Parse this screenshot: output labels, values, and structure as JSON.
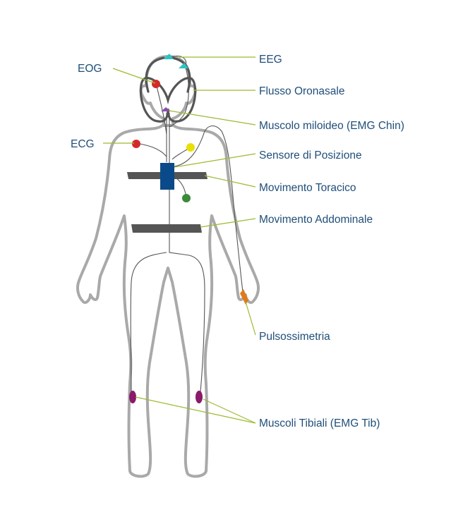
{
  "labels": {
    "eeg": "EEG",
    "eog": "EOG",
    "flusso": "Flusso Oronasale",
    "miloideo": "Muscolo miloideo (EMG Chin)",
    "ecg": "ECG",
    "sensore": "Sensore di Posizione",
    "toracico": "Movimento Toracico",
    "addominale": "Movimento Addominale",
    "pulsossimetria": "Pulsossimetria",
    "tibiali": "Muscoli Tibiali (EMG Tib)"
  },
  "colors": {
    "label_text": "#1f4e79",
    "leader_line": "#9bbb2f",
    "body_outline": "#a9a9a9",
    "wires": "#555555",
    "eeg_electrode": "#2ec4c4",
    "eog_electrode": "#d42a2a",
    "chin_electrode": "#8a4fa8",
    "ecg_electrode_red": "#d42a2a",
    "ecg_electrode_yellow": "#e8e000",
    "ecg_electrode_green": "#3a8a3a",
    "position_sensor": "#0b4a8a",
    "oximeter": "#e07a1a",
    "tibial_electrode": "#8a1a6a"
  }
}
